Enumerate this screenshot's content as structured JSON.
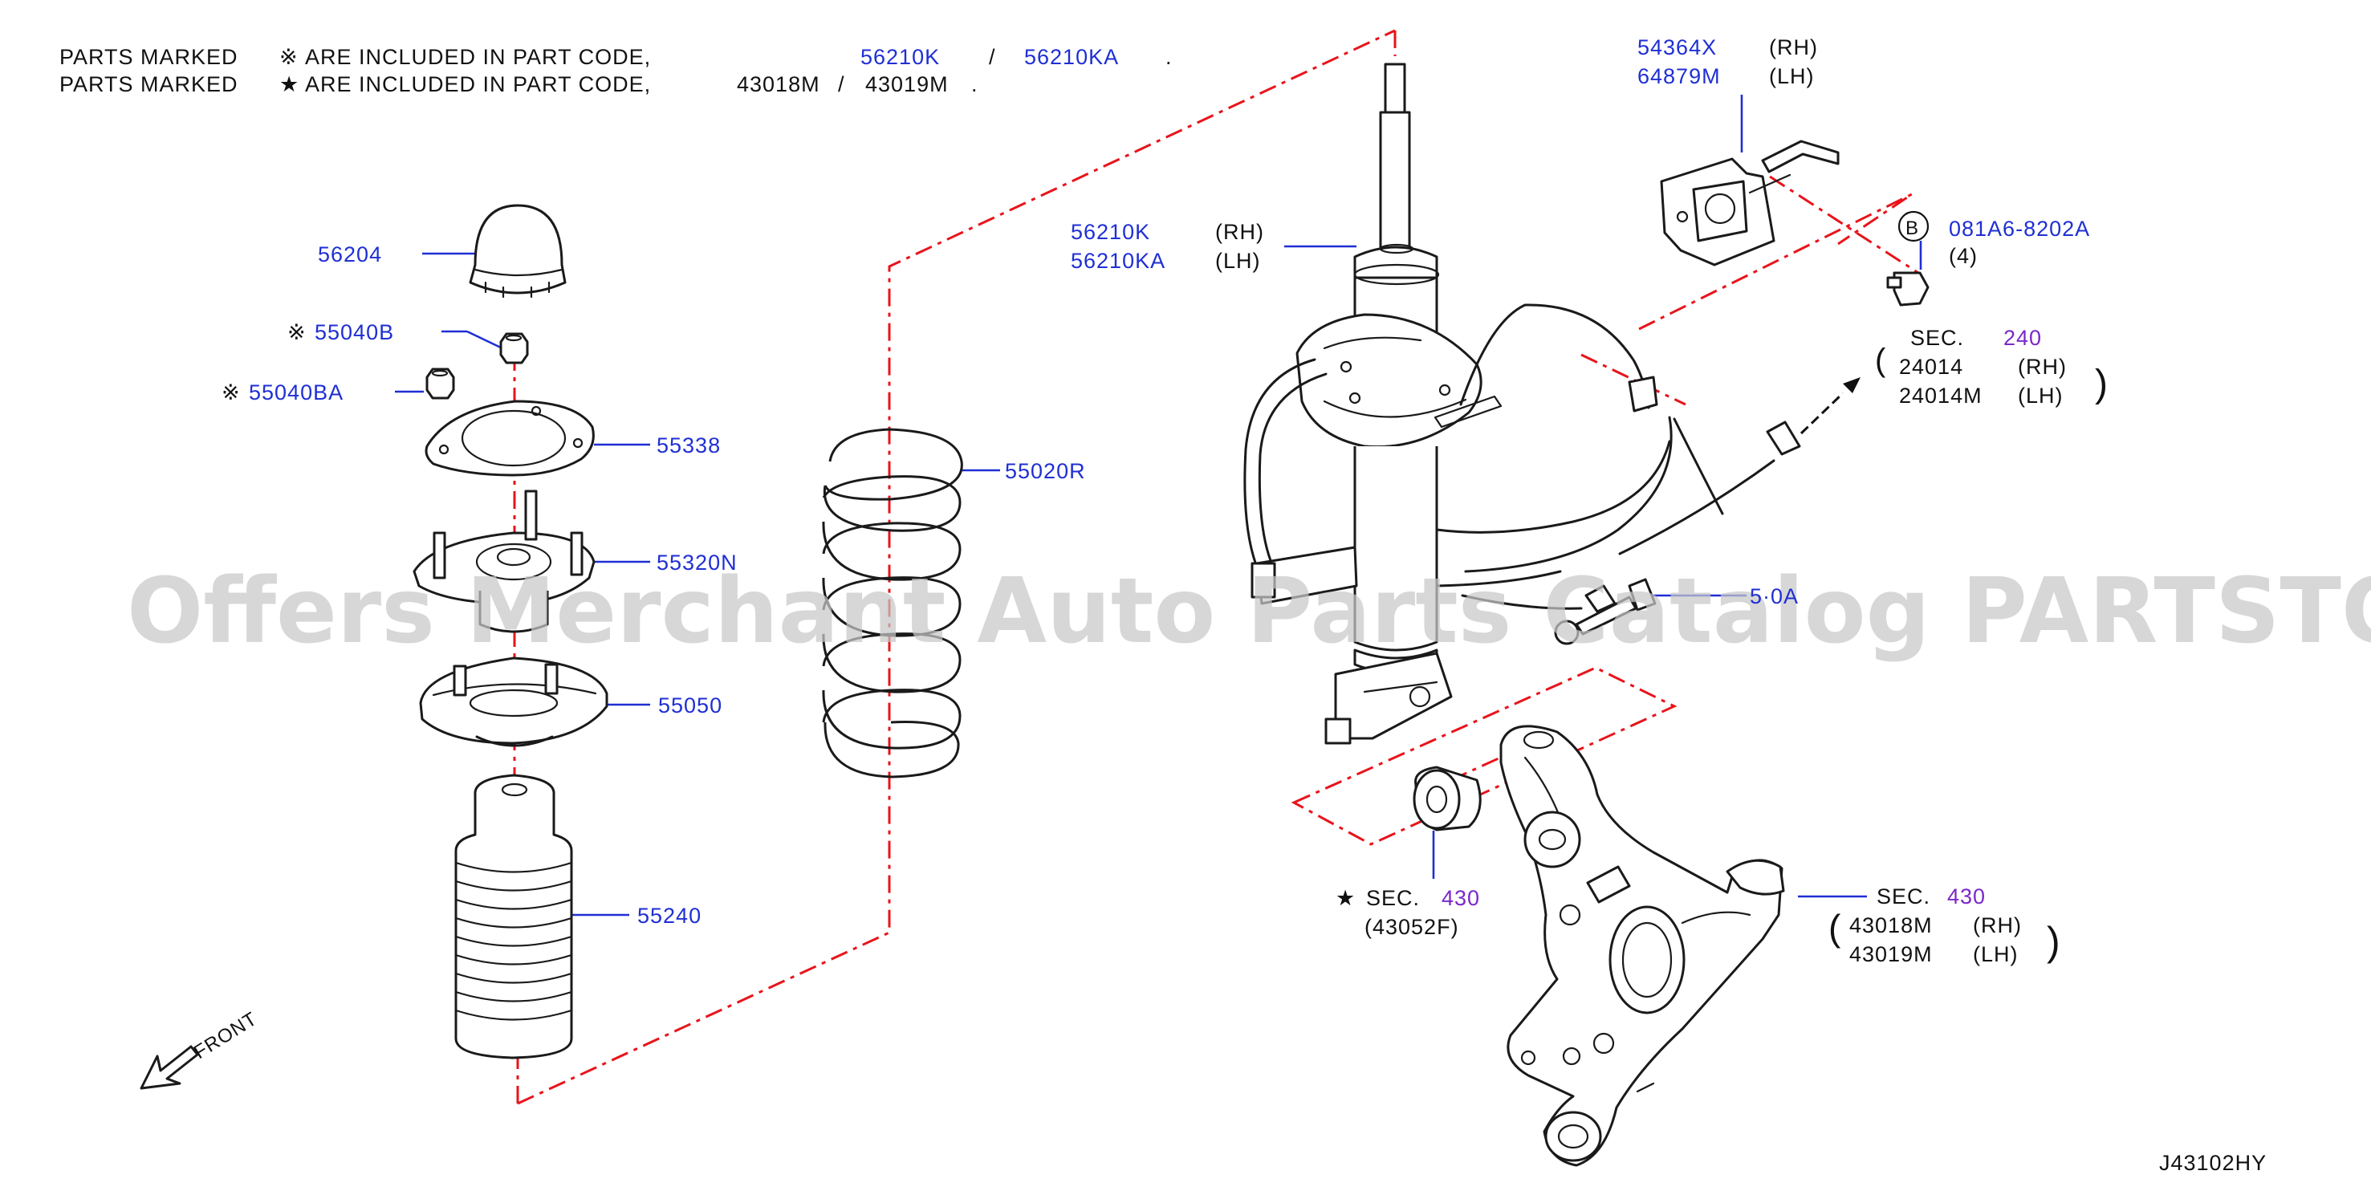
{
  "diagram_code": "J43102HY",
  "notes": [
    {
      "prefix": "PARTS MARKED",
      "symbol": "※",
      "text": "ARE INCLUDED IN PART CODE,",
      "codes": [
        "56210K",
        "56210KA"
      ],
      "sep": "/",
      "end": "."
    },
    {
      "prefix": "PARTS MARKED",
      "symbol": "★",
      "text": "ARE INCLUDED IN PART CODE,",
      "codes": [
        "43018M",
        "43019M"
      ],
      "sep": "/",
      "end": "."
    }
  ],
  "watermark": "Offers Merchant Auto Parts Catalog PARTSTORE.SA",
  "front_label": "FRONT",
  "parts": {
    "p56204": "56204",
    "p55040B": {
      "mark": "※",
      "code": "55040B"
    },
    "p55040BA": {
      "mark": "※",
      "code": "55040BA"
    },
    "p55338": "55338",
    "p55320N": "55320N",
    "p55050": "55050",
    "p55240": "55240",
    "p55020R": "55020R",
    "strut": {
      "rh_code": "56210K",
      "rh": "(RH)",
      "lh_code": "56210KA",
      "lh": "(LH)"
    },
    "bracket": {
      "rh_code": "54364X",
      "rh": "(RH)",
      "lh_code": "64879M",
      "lh": "(LH)"
    },
    "bolt": {
      "badge": "B",
      "code": "081A6-8202A",
      "qty": "(4)"
    },
    "sensor": {
      "sec_label": "SEC.",
      "sec_num": "240",
      "rh_code": "24014",
      "rh": "(RH)",
      "lh_code": "24014M",
      "lh": "(LH)"
    },
    "link_partial": "5·0A",
    "bushing": {
      "mark": "★",
      "sec_label": "SEC.",
      "sec_num": "430",
      "code": "(43052F)"
    },
    "knuckle": {
      "sec_label": "SEC.",
      "sec_num": "430",
      "rh_code": "43018M",
      "rh": "(RH)",
      "lh_code": "43019M",
      "lh": "(LH)"
    }
  },
  "colors": {
    "part_number": "#1f2fd4",
    "section_number": "#7a28c9",
    "phantom_line": "#e8141b",
    "linework": "#1a1a1a"
  }
}
